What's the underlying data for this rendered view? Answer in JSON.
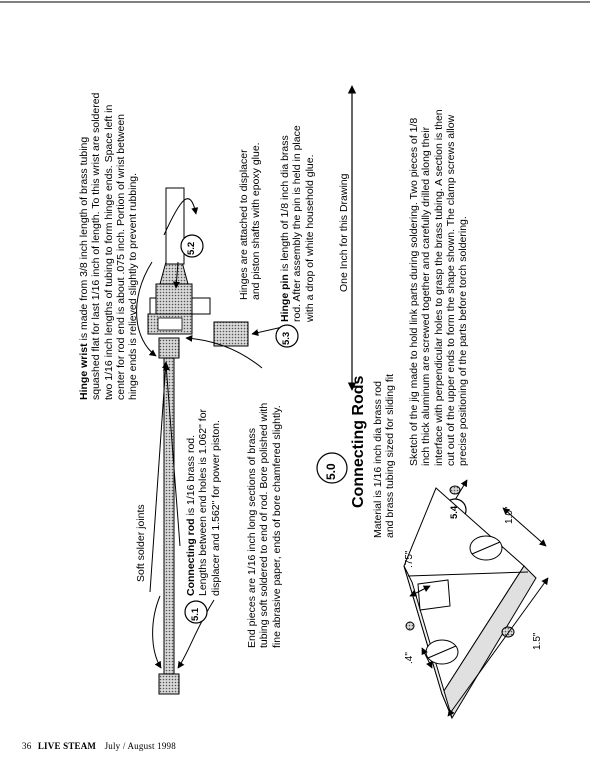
{
  "footer": {
    "page": "36",
    "magazine": "LIVE STEAM",
    "issue": "July / August 1998"
  },
  "title": {
    "number": "5.0",
    "text": "Connecting Rods",
    "lines": [
      "Material is 1/16 inch dia brass rod",
      "and brass tubing sized for sliding fit"
    ]
  },
  "callouts": {
    "c51": "5.1",
    "c52": "5.2",
    "c53": "5.3",
    "c54": "5.4"
  },
  "notes": {
    "hinge_wrist": {
      "lead": "Hinge wrist",
      "lines": [
        " is made from 3/8 inch length of brass tubing",
        "squashed flat for last 1/16 inch of length.  To this wrist are soldered",
        "two 1/16 inch lengths of tubing to form hinge ends.  Space left in",
        "center for rod end is about .075 inch.  Portion of wrist between",
        "hinge ends is relieved slightly to prevent rubbing."
      ]
    },
    "connecting_rod": {
      "lead": "Connecting rod",
      "lines": [
        " is 1/16 brass rod.",
        "Lengths between end holes is 1.062\" for",
        "displacer and 1.562\" for power piston."
      ]
    },
    "end_pieces": {
      "lines": [
        "End pieces are 1/16 inch long sections of brass",
        "tubing soft soldered to end of rod.  Bore polished with",
        "fine abrasive paper, ends of bore chamfered slightly."
      ]
    },
    "hinges": {
      "lines": [
        "Hinges are attached to displacer",
        "and piston shafts with epoxy glue."
      ]
    },
    "hinge_pin": {
      "lead": "Hinge pin",
      "lines": [
        " is length of 1/8 inch dia brass",
        "rod.  After assembly the pin is held in place",
        "with a drop of white household  glue."
      ]
    },
    "one_inch": "One Inch for this Drawing",
    "soft_solder": "Soft solder joints",
    "jig": {
      "lines": [
        "Sketch of the jig made to hold link parts during soldering.  Two pieces of 1/8",
        "inch thick aluminum are screwed together and carefully drilled along their",
        "interface with perpendicular holes to grasp the brass tubing.  A section is then",
        "cut out of the upper ends to form the shape shown. The clamp screws allow",
        "precise positioning of the parts before torch soldering."
      ]
    }
  },
  "dimensions": {
    "d4": ".4\"",
    "d75": ".75\"",
    "d10": "1.0\"",
    "d15": "1.5\""
  }
}
